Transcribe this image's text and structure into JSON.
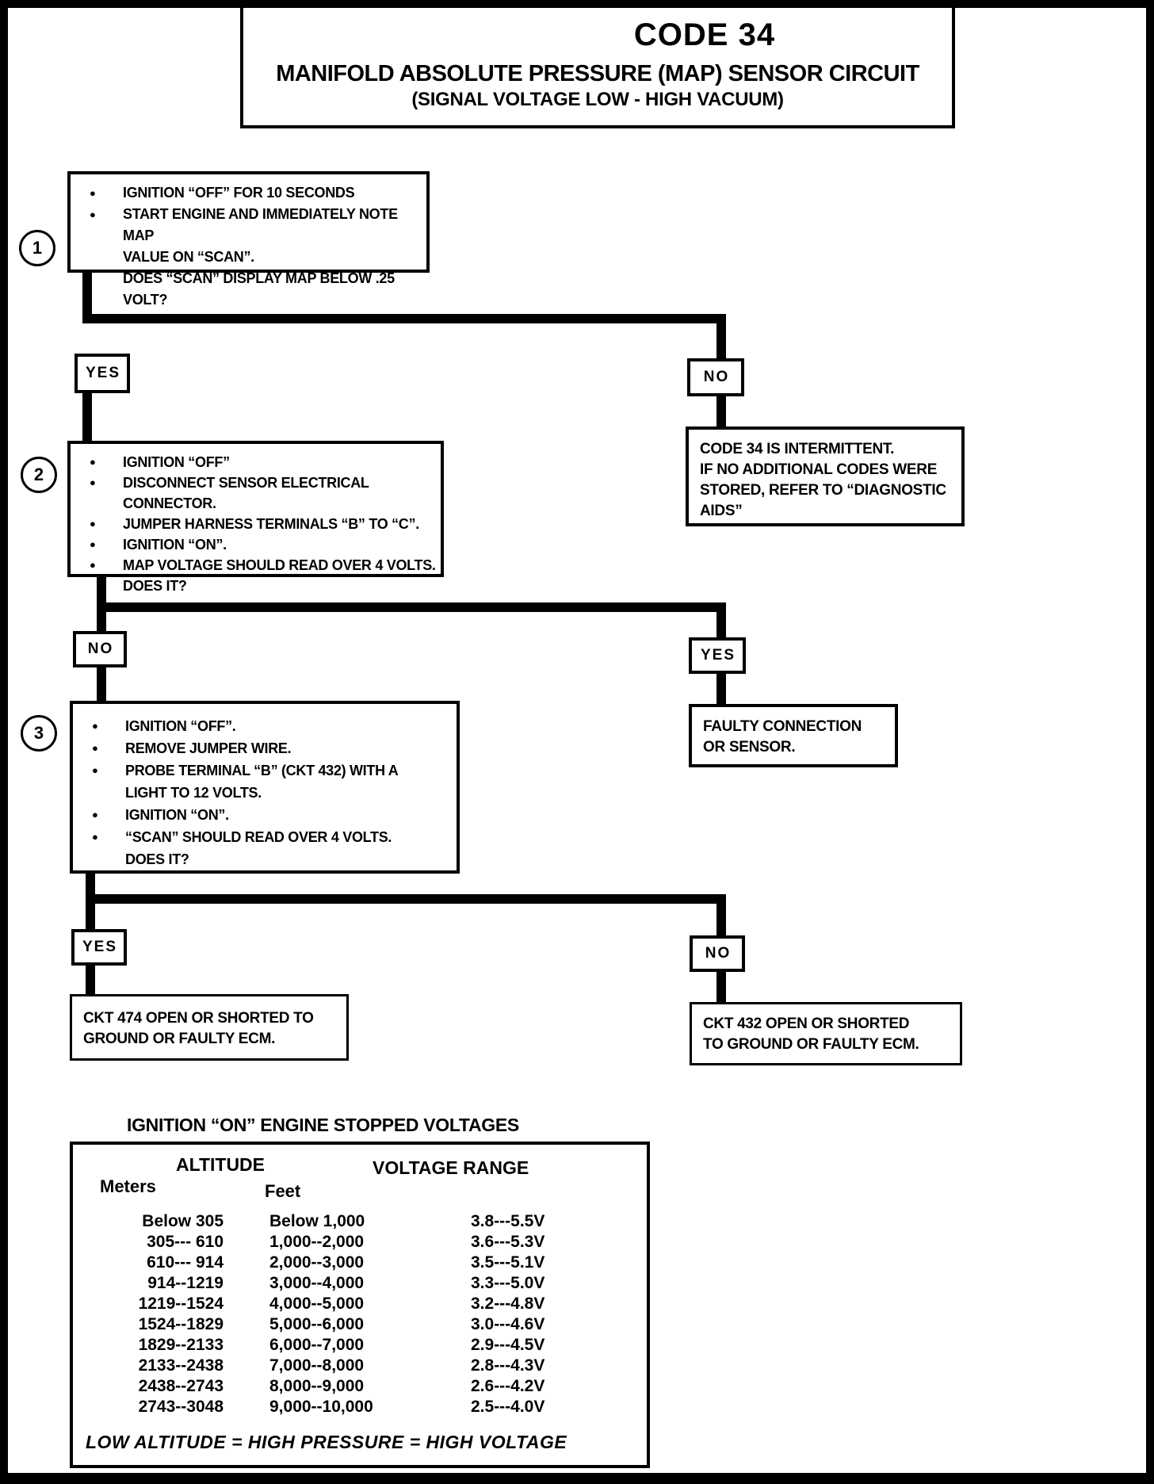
{
  "title": {
    "code": "CODE 34",
    "line1": "MANIFOLD ABSOLUTE PRESSURE (MAP) SENSOR CIRCUIT",
    "line2": "(SIGNAL VOLTAGE LOW - HIGH VACUUM)"
  },
  "labels": {
    "yes": "YES",
    "no": "NO"
  },
  "steps": {
    "step1": {
      "number": "1",
      "bullets": [
        "IGNITION “OFF” FOR 10 SECONDS",
        "START ENGINE AND IMMEDIATELY NOTE MAP\nVALUE ON “SCAN”."
      ],
      "question": "DOES “SCAN” DISPLAY MAP BELOW .25 VOLT?"
    },
    "step2": {
      "number": "2",
      "bullets": [
        "IGNITION “OFF”",
        "DISCONNECT SENSOR ELECTRICAL CONNECTOR.",
        "JUMPER HARNESS TERMINALS “B” TO “C”.",
        "IGNITION “ON”.",
        "MAP VOLTAGE SHOULD READ OVER 4 VOLTS."
      ],
      "question": "DOES IT?"
    },
    "step3": {
      "number": "3",
      "bullets": [
        "IGNITION “OFF”.",
        "REMOVE JUMPER WIRE.",
        "PROBE TERMINAL “B” (CKT 432) WITH A\nLIGHT TO 12 VOLTS.",
        "IGNITION “ON”.",
        "“SCAN” SHOULD READ OVER 4 VOLTS."
      ],
      "question": "DOES IT?"
    }
  },
  "results": {
    "intermittent": "CODE 34 IS INTERMITTENT.\nIF NO ADDITIONAL CODES WERE\nSTORED, REFER TO “DIAGNOSTIC\nAIDS”",
    "faulty_connection": "FAULTY CONNECTION\nOR SENSOR.",
    "ckt474": "CKT 474 OPEN OR SHORTED TO\nGROUND OR FAULTY ECM.",
    "ckt432": "CKT 432 OPEN OR SHORTED\nTO GROUND OR FAULTY ECM."
  },
  "volt_table": {
    "title": "IGNITION “ON” ENGINE STOPPED VOLTAGES",
    "header": {
      "altitude": "ALTITUDE",
      "meters": "Meters",
      "feet": "Feet",
      "voltage_range": "VOLTAGE RANGE"
    },
    "rows": [
      {
        "meters": "Below 305",
        "feet": "Below 1,000",
        "voltage": "3.8---5.5V"
      },
      {
        "meters": "305--- 610",
        "feet": "1,000--2,000",
        "voltage": "3.6---5.3V"
      },
      {
        "meters": "610--- 914",
        "feet": "2,000--3,000",
        "voltage": "3.5---5.1V"
      },
      {
        "meters": "914--1219",
        "feet": "3,000--4,000",
        "voltage": "3.3---5.0V"
      },
      {
        "meters": "1219--1524",
        "feet": "4,000--5,000",
        "voltage": "3.2---4.8V"
      },
      {
        "meters": "1524--1829",
        "feet": "5,000--6,000",
        "voltage": "3.0---4.6V"
      },
      {
        "meters": "1829--2133",
        "feet": "6,000--7,000",
        "voltage": "2.9---4.5V"
      },
      {
        "meters": "2133--2438",
        "feet": "7,000--8,000",
        "voltage": "2.8---4.3V"
      },
      {
        "meters": "2438--2743",
        "feet": "8,000--9,000",
        "voltage": "2.6---4.2V"
      },
      {
        "meters": "2743--3048",
        "feet": "9,000--10,000",
        "voltage": "2.5---4.0V"
      }
    ],
    "footer": "LOW ALTITUDE = HIGH PRESSURE = HIGH VOLTAGE"
  }
}
